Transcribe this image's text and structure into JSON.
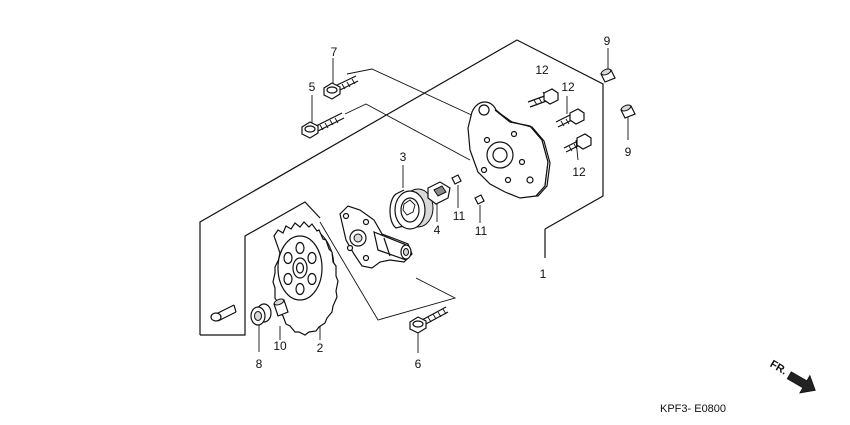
{
  "diagram": {
    "callouts": {
      "c1": "1",
      "c2": "2",
      "c3": "3",
      "c4": "4",
      "c5": "5",
      "c6": "6",
      "c7": "7",
      "c8": "8",
      "c9a": "9",
      "c9b": "9",
      "c10": "10",
      "c11a": "11",
      "c11b": "11",
      "c12a": "12",
      "c12b": "12",
      "c12c": "12"
    },
    "direction_label": "FR.",
    "figure_code": "KPF3- E0800"
  }
}
